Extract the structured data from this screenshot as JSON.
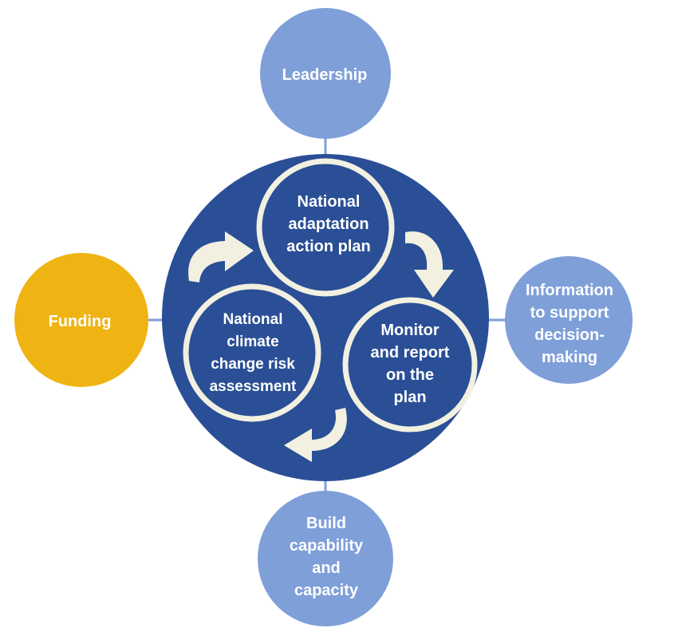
{
  "colors": {
    "central_circle": "#2a4f96",
    "satellite_blue": "#7f9fd9",
    "funding": "#efb413",
    "inner_ring": "#f2f0e1",
    "text_white": "#ffffff"
  },
  "center": {
    "cycle": [
      {
        "id": "plan",
        "lines": [
          "National",
          "adaptation",
          "action plan"
        ]
      },
      {
        "id": "monitor",
        "lines": [
          "Monitor",
          "and report",
          "on the",
          "plan"
        ]
      },
      {
        "id": "risk",
        "lines": [
          "National",
          "climate",
          "change risk",
          "assessment"
        ]
      }
    ],
    "arrow_icons": [
      "curved-arrow-icon",
      "curved-arrow-icon",
      "curved-arrow-icon"
    ]
  },
  "satellites": [
    {
      "id": "leadership",
      "lines": [
        "Leadership"
      ]
    },
    {
      "id": "information",
      "lines": [
        "Information",
        "to support",
        "decision-",
        "making"
      ]
    },
    {
      "id": "capability",
      "lines": [
        "Build",
        "capability",
        "and",
        "capacity"
      ]
    },
    {
      "id": "funding",
      "lines": [
        "Funding"
      ]
    }
  ]
}
